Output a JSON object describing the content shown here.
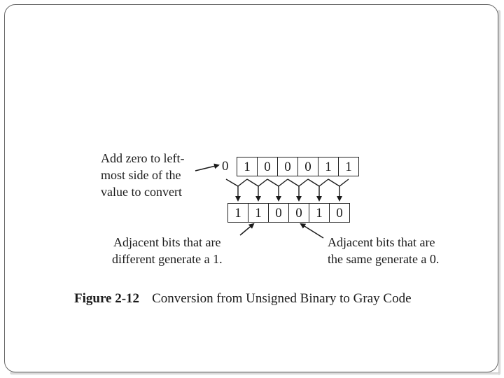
{
  "diagram": {
    "annotation_left": [
      "Add zero to left-",
      "most side of the",
      "value to convert"
    ],
    "padding_bit": "0",
    "input_bits": [
      "1",
      "0",
      "0",
      "0",
      "1",
      "1"
    ],
    "output_bits": [
      "1",
      "1",
      "0",
      "0",
      "1",
      "0"
    ],
    "annotation_bottom_left": [
      "Adjacent bits that are",
      "different generate a 1."
    ],
    "annotation_bottom_right": [
      "Adjacent bits that are",
      "the same generate a 0."
    ]
  },
  "caption": {
    "label": "Figure 2-12",
    "text": "Conversion from Unsigned Binary to Gray Code"
  }
}
